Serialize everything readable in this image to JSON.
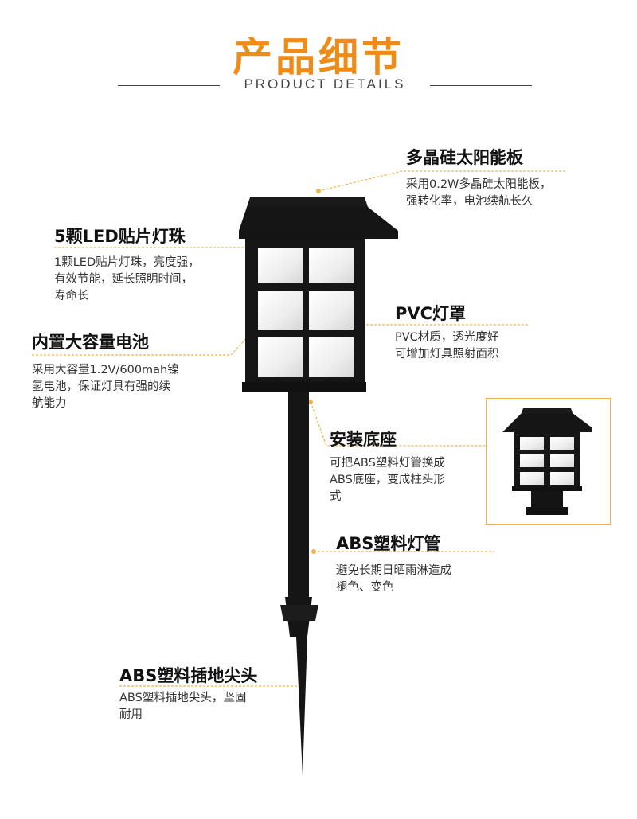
{
  "header": {
    "title": "产品细节",
    "subtitle": "PRODUCT DETAILS"
  },
  "colors": {
    "accent": "#f08b18",
    "guide_line": "#f0b44c",
    "lamp_body": "#161616",
    "lamp_panel": "#f3f3f3"
  },
  "features": {
    "solar_panel": {
      "title": "多晶硅太阳能板",
      "desc_lines": [
        "采用0.2W多晶硅太阳能板，",
        "强转化率，电池续航长久"
      ]
    },
    "led": {
      "title": "5颗LED贴片灯珠",
      "desc_lines": [
        "1颗LED贴片灯珠，亮度强，",
        "有效节能，延长照明时间，",
        "寿命长"
      ]
    },
    "pvc_shade": {
      "title": "PVC灯罩",
      "desc_lines": [
        "PVC材质，透光度好",
        "可增加灯具照射面积"
      ]
    },
    "battery": {
      "title": "内置大容量电池",
      "desc_lines": [
        "采用大容量1.2V/600mah镍",
        "氢电池，保证灯具有强的续",
        "航能力"
      ]
    },
    "base": {
      "title": "安装底座",
      "desc_lines": [
        "可把ABS塑料灯管换成",
        "ABS底座，变成柱头形",
        "式"
      ]
    },
    "abs_tube": {
      "title": "ABS塑料灯管",
      "desc_lines": [
        "避免长期日晒雨淋造成",
        "褪色、变色"
      ]
    },
    "abs_spike": {
      "title": "ABS塑料插地尖头",
      "desc_lines": [
        "ABS塑料插地尖头，坚固",
        "耐用"
      ]
    }
  }
}
